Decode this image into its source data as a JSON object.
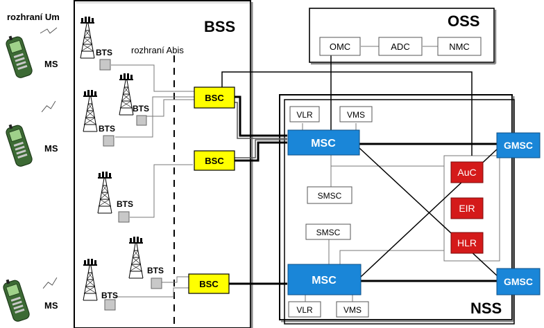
{
  "regions": {
    "bss": "BSS",
    "oss": "OSS",
    "nss": "NSS"
  },
  "interfaces": {
    "um": "rozhraní  Um",
    "abis": "rozhraní  Abis"
  },
  "oss_nodes": {
    "omc": "OMC",
    "adc": "ADC",
    "nmc": "NMC"
  },
  "bts_label": "BTS",
  "ms_label": "MS",
  "bsc_label": "BSC",
  "msc_label": "MSC",
  "gmsc_label": "GMSC",
  "vlr_label": "VLR",
  "vms_label": "VMS",
  "smsc_label": "SMSC",
  "registers": {
    "auc": "AuC",
    "eir": "EIR",
    "hlr": "HLR"
  },
  "colors": {
    "bsc": "#ffff00",
    "msc": "#1a86d8",
    "register": "#d41a1a",
    "phone": "#3c6a34"
  }
}
